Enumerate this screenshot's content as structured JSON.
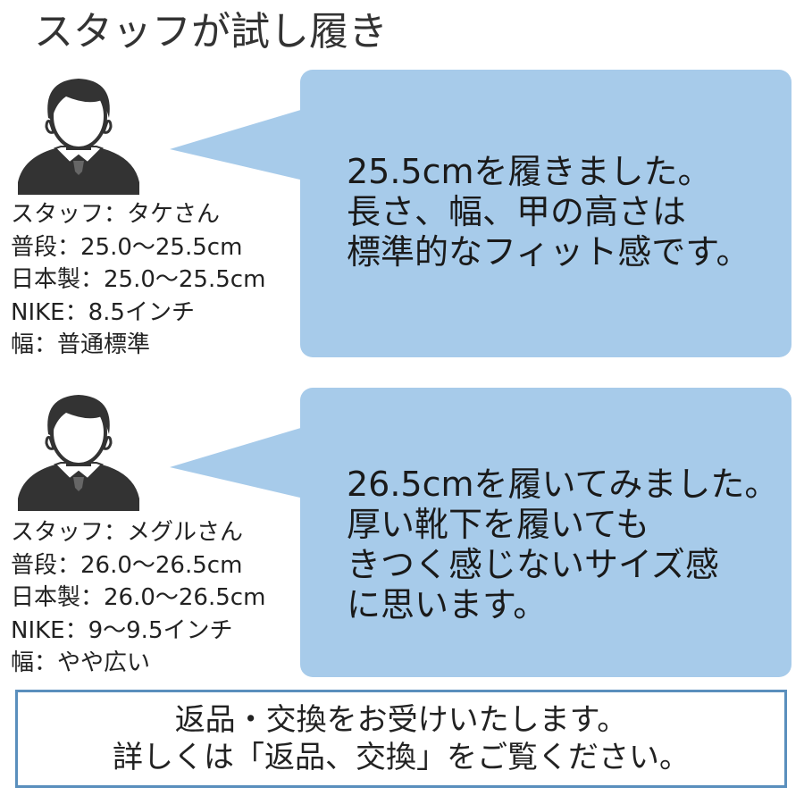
{
  "title": "スタッフが試し履き",
  "staff": [
    {
      "profile_lines": [
        "スタッフ：タケさん",
        "普段：25.0〜25.5cm",
        "日本製：25.0〜25.5cm",
        "NIKE：8.5インチ",
        "幅：普通標準"
      ],
      "comment_lines": [
        "25.5cmを履きました。",
        "長さ、幅、甲の高さは",
        "標準的なフィット感です。"
      ]
    },
    {
      "profile_lines": [
        "スタッフ：メグルさん",
        "普段：26.0〜26.5cm",
        "日本製：26.0〜26.5cm",
        "NIKE：9〜9.5インチ",
        "幅：やや広い"
      ],
      "comment_lines": [
        "26.5cmを履いてみました。",
        "厚い靴下を履いても",
        "きつく感じないサイズ感",
        "に思います。"
      ]
    }
  ],
  "notice": {
    "line1": "返品・交換をお受けいたします。",
    "line2": "詳しくは「返品、交換」をご覧ください。"
  },
  "colors": {
    "bubble": "#a7cbea",
    "notice_border": "#5a8fbd",
    "avatar": "#333333"
  },
  "icons": {
    "avatar": "staff-avatar-icon"
  }
}
